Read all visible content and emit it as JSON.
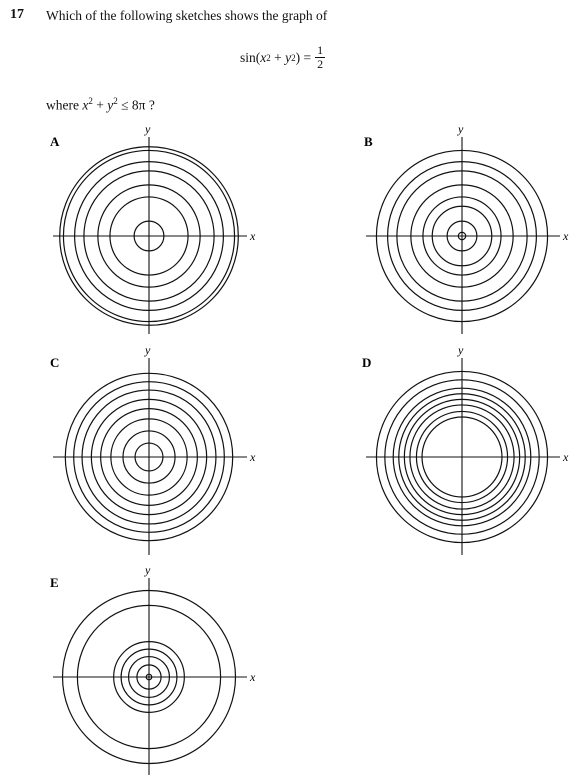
{
  "question": {
    "number": "17",
    "text": "Which of the following sketches shows the graph of",
    "formula": {
      "lhs_func": "sin",
      "lhs_arg": "x",
      "lhs_plus": "y",
      "equals": "=",
      "numerator": "1",
      "denominator": "2"
    },
    "condition": {
      "prefix": "where",
      "expr_x": "x",
      "expr_y": "y",
      "relation": "≤ 8π ?"
    }
  },
  "options": [
    {
      "letter": "A",
      "radii": [
        0.16,
        0.42,
        0.55,
        0.7,
        0.8,
        0.92,
        0.96
      ]
    },
    {
      "letter": "B",
      "radii": [
        0.04,
        0.16,
        0.32,
        0.42,
        0.55,
        0.7,
        0.8,
        0.92
      ]
    },
    {
      "letter": "C",
      "radii": [
        0.15,
        0.28,
        0.41,
        0.52,
        0.62,
        0.72,
        0.81,
        0.9
      ]
    },
    {
      "letter": "D",
      "radii": [
        0.43,
        0.49,
        0.56,
        0.62,
        0.68,
        0.74,
        0.83,
        0.92
      ]
    },
    {
      "letter": "E",
      "radii": [
        0.03,
        0.13,
        0.22,
        0.3,
        0.38,
        0.77,
        0.93
      ]
    }
  ],
  "axis_labels": {
    "x": "x",
    "y": "y"
  }
}
